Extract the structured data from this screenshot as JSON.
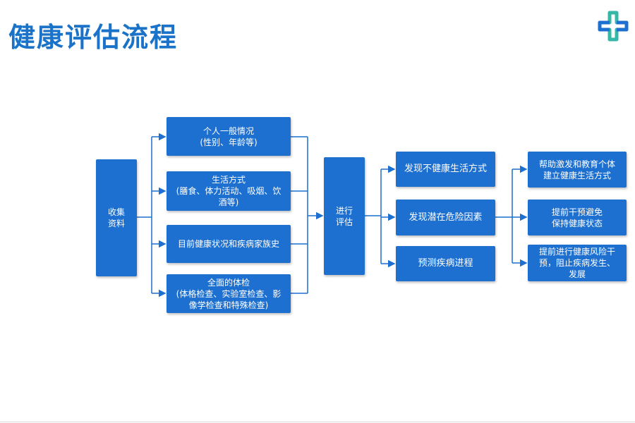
{
  "slide": {
    "title": "健康评估流程"
  },
  "colors": {
    "title": "#1a73c8",
    "box_fill": "#1d6fd0",
    "connector": "#1d6fd0",
    "logo_teal": "#35b8a6",
    "logo_blue": "#1d6fd0"
  },
  "logo": {
    "icon": "medical-cross-logo-icon"
  },
  "flow": {
    "collect": "收集\n资料",
    "collect_items": [
      "个人一般情况\n(性别、年龄等)",
      "生活方式\n(膳食、体力活动、吸烟、饮\n酒等)",
      "目前健康状况和疾病家族史",
      "全面的体检\n(体格检查、实验室检查、影\n像学检查和特殊检查)"
    ],
    "evaluate": "进行\n评估",
    "findings": [
      "发现不健康生活方式",
      "发现潜在危险因素",
      "预测疾病进程"
    ],
    "outcomes": [
      "帮助激发和教育个体\n建立健康生活方式",
      "提前干预避免\n保持健康状态",
      "提前进行健康风险干\n预，阻止疾病发生、\n发展"
    ]
  }
}
